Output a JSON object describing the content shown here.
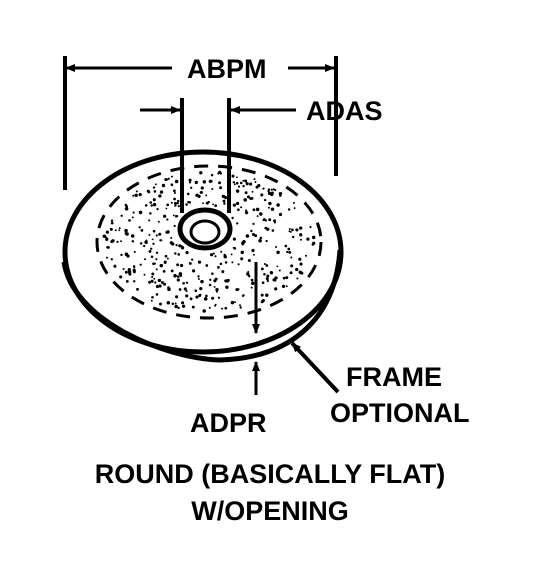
{
  "labels": {
    "abpm": "ABPM",
    "adas": "ADAS",
    "adpr": "ADPR",
    "frame_line1": "FRAME",
    "frame_line2": "OPTIONAL"
  },
  "caption": {
    "line1": "ROUND (BASICALLY FLAT)",
    "line2": "W/OPENING"
  },
  "colors": {
    "ink": "#000000",
    "paper": "#ffffff"
  }
}
